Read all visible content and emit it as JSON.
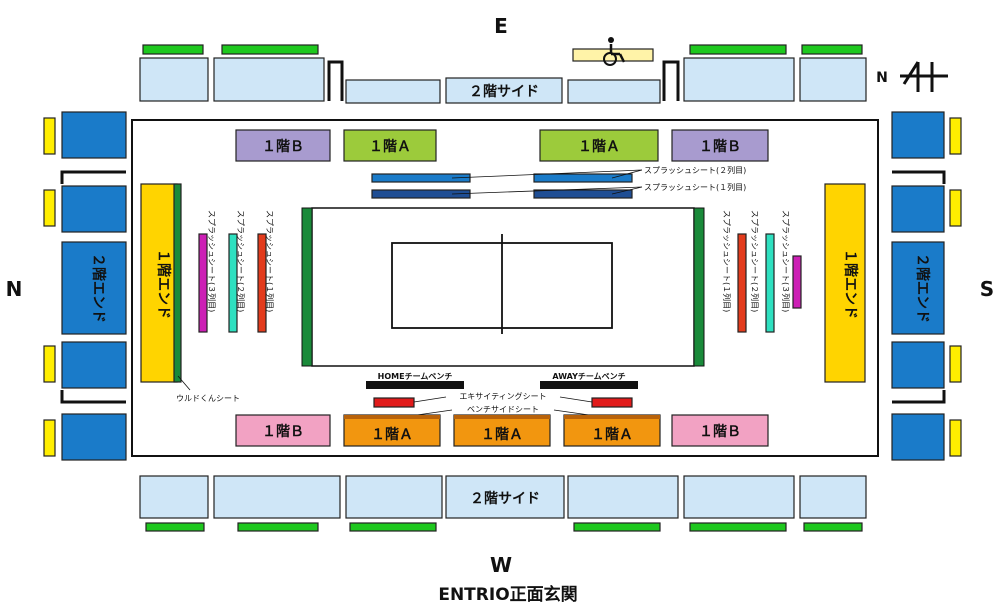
{
  "compass": {
    "east": "E",
    "west": "W",
    "north": "N",
    "south": "S",
    "arrow_label": "N"
  },
  "entrance": "ENTRIO正面玄関",
  "upper_side": "２階サイド",
  "upper_end": "２階エンド",
  "lower_a": "１階Ａ",
  "lower_b": "１階Ｂ",
  "lower_end": "１階エンド",
  "home_bench": "HOMEチームベンチ",
  "away_bench": "AWAYチームベンチ",
  "splash_row2": "スプラッシュシート(２列目)",
  "splash_row1": "スプラッシュシート(１列目)",
  "splash_v1": "スプラッシュシート(１列目)",
  "splash_v2": "スプラッシュシート(２列目)",
  "splash_v3": "スプラッシュシート(３列目)",
  "exciting_seat": "エキサイティングシート",
  "bench_side_seat": "ベンチサイドシート",
  "urudo_seat": "ウルドくんシート",
  "wheelchair_icon": "wheelchair-icon",
  "colors": {
    "upper": "#cfe6f7",
    "upper_end": "#1a7bc9",
    "lower_a_east": "#9ccb3b",
    "lower_a_west": "#f2960f",
    "lower_b_east": "#a89bcf",
    "lower_b_west": "#f2a2c3",
    "lower_end": "#ffd400",
    "green_bar": "#1ec81e",
    "yellow_bar": "#ffee00",
    "court_line": "#1a8a3a",
    "splash_blue": "#1a7bc9",
    "splash_dark": "#1f4e94"
  }
}
